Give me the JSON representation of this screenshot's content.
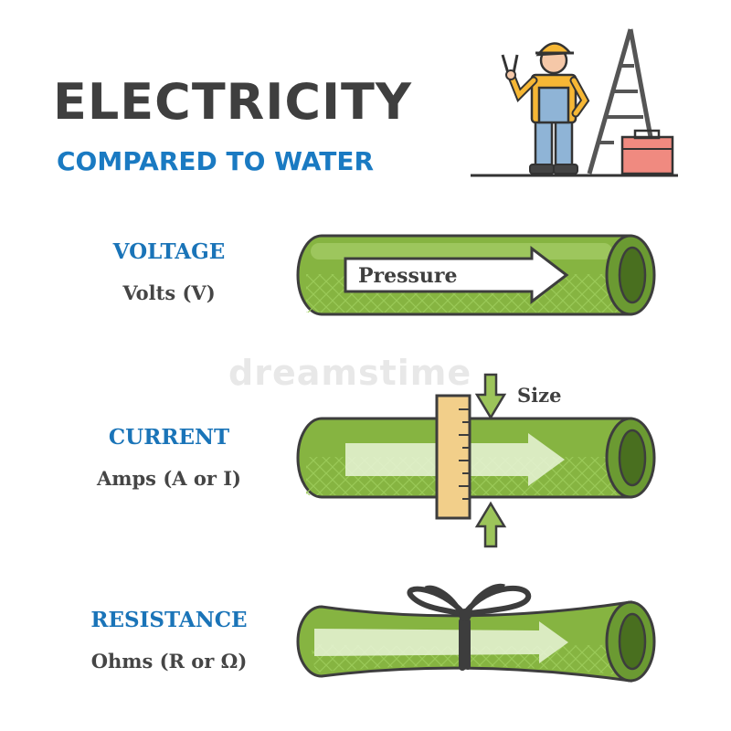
{
  "header": {
    "title": "ELECTRICITY",
    "subtitle": "COMPARED TO WATER"
  },
  "rows": [
    {
      "term": "VOLTAGE",
      "unit": "Volts (V)",
      "label": "Pressure"
    },
    {
      "term": "CURRENT",
      "unit": "Amps (A or I)",
      "label": "Size"
    },
    {
      "term": "RESISTANCE",
      "unit": "Ohms (R or Ω)",
      "label": ""
    }
  ],
  "watermark": "dreamstime",
  "colors": {
    "title": "#3f3f3f",
    "accent_blue": "#1a74b8",
    "pipe_green": "#7fae3e",
    "pipe_dark": "#4c7a21",
    "ruler": "#f2cf8a",
    "arrow_green": "#9cc45a"
  },
  "icons": [
    "worker-illustration",
    "ladder-icon",
    "toolbox-icon",
    "ruler-icon",
    "knot-icon"
  ]
}
